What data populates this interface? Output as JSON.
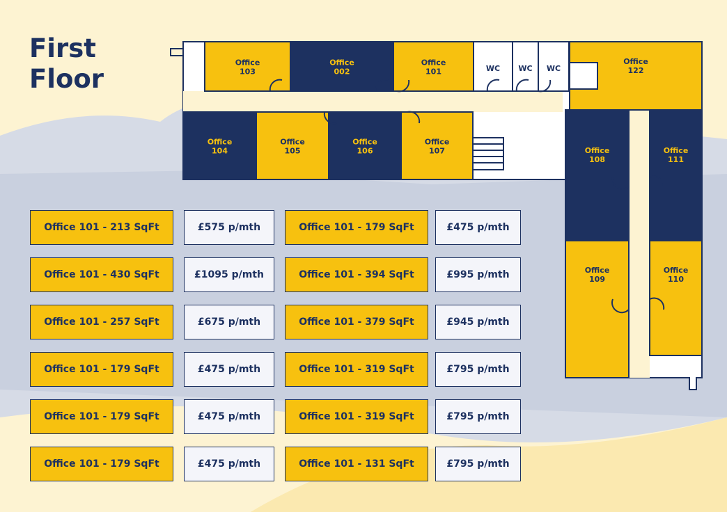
{
  "title_line1": "First",
  "title_line2": "Floor",
  "colors": {
    "yellow": "#f7c10f",
    "navy": "#1d3160",
    "cream": "#fdf3d2",
    "white": "#ffffff",
    "price_bg": "#f4f5fa"
  },
  "rooms": [
    {
      "id": "r103",
      "line1": "Office",
      "line2": "103",
      "fill": "yellow"
    },
    {
      "id": "r002",
      "line1": "Office",
      "line2": "002",
      "fill": "navy"
    },
    {
      "id": "r101",
      "line1": "Office",
      "line2": "101",
      "fill": "yellow"
    },
    {
      "id": "wc1",
      "line1": "WC",
      "line2": "",
      "fill": "white"
    },
    {
      "id": "wc2",
      "line1": "WC",
      "line2": "",
      "fill": "white"
    },
    {
      "id": "wc3",
      "line1": "WC",
      "line2": "",
      "fill": "white"
    },
    {
      "id": "r122",
      "line1": "Office",
      "line2": "122",
      "fill": "yellow"
    },
    {
      "id": "r104",
      "line1": "Office",
      "line2": "104",
      "fill": "navy"
    },
    {
      "id": "r105",
      "line1": "Office",
      "line2": "105",
      "fill": "yellow"
    },
    {
      "id": "r106",
      "line1": "Office",
      "line2": "106",
      "fill": "navy"
    },
    {
      "id": "r107",
      "line1": "Office",
      "line2": "107",
      "fill": "yellow"
    },
    {
      "id": "r108",
      "line1": "Office",
      "line2": "108",
      "fill": "navy"
    },
    {
      "id": "r111",
      "line1": "Office",
      "line2": "111",
      "fill": "navy"
    },
    {
      "id": "r109",
      "line1": "Office",
      "line2": "109",
      "fill": "yellow"
    },
    {
      "id": "r110",
      "line1": "Office",
      "line2": "110",
      "fill": "yellow"
    }
  ],
  "pricing": [
    {
      "name": "Office 101 - 213 SqFt",
      "price": "£575 p/mth"
    },
    {
      "name": "Office 101 - 179 SqFt",
      "price": "£475 p/mth"
    },
    {
      "name": "Office 101 - 430 SqFt",
      "price": "£1095 p/mth"
    },
    {
      "name": "Office 101 - 394 SqFt",
      "price": "£995 p/mth"
    },
    {
      "name": "Office 101 - 257 SqFt",
      "price": "£675 p/mth"
    },
    {
      "name": "Office 101 - 379 SqFt",
      "price": "£945 p/mth"
    },
    {
      "name": "Office 101 - 179 SqFt",
      "price": "£475 p/mth"
    },
    {
      "name": "Office 101 - 319 SqFt",
      "price": "£795 p/mth"
    },
    {
      "name": "Office 101 - 179 SqFt",
      "price": "£475 p/mth"
    },
    {
      "name": "Office 101 - 319 SqFt",
      "price": "£795 p/mth"
    },
    {
      "name": "Office 101 - 179 SqFt",
      "price": "£475 p/mth"
    },
    {
      "name": "Office 101 - 131 SqFt",
      "price": "£795 p/mth"
    }
  ]
}
